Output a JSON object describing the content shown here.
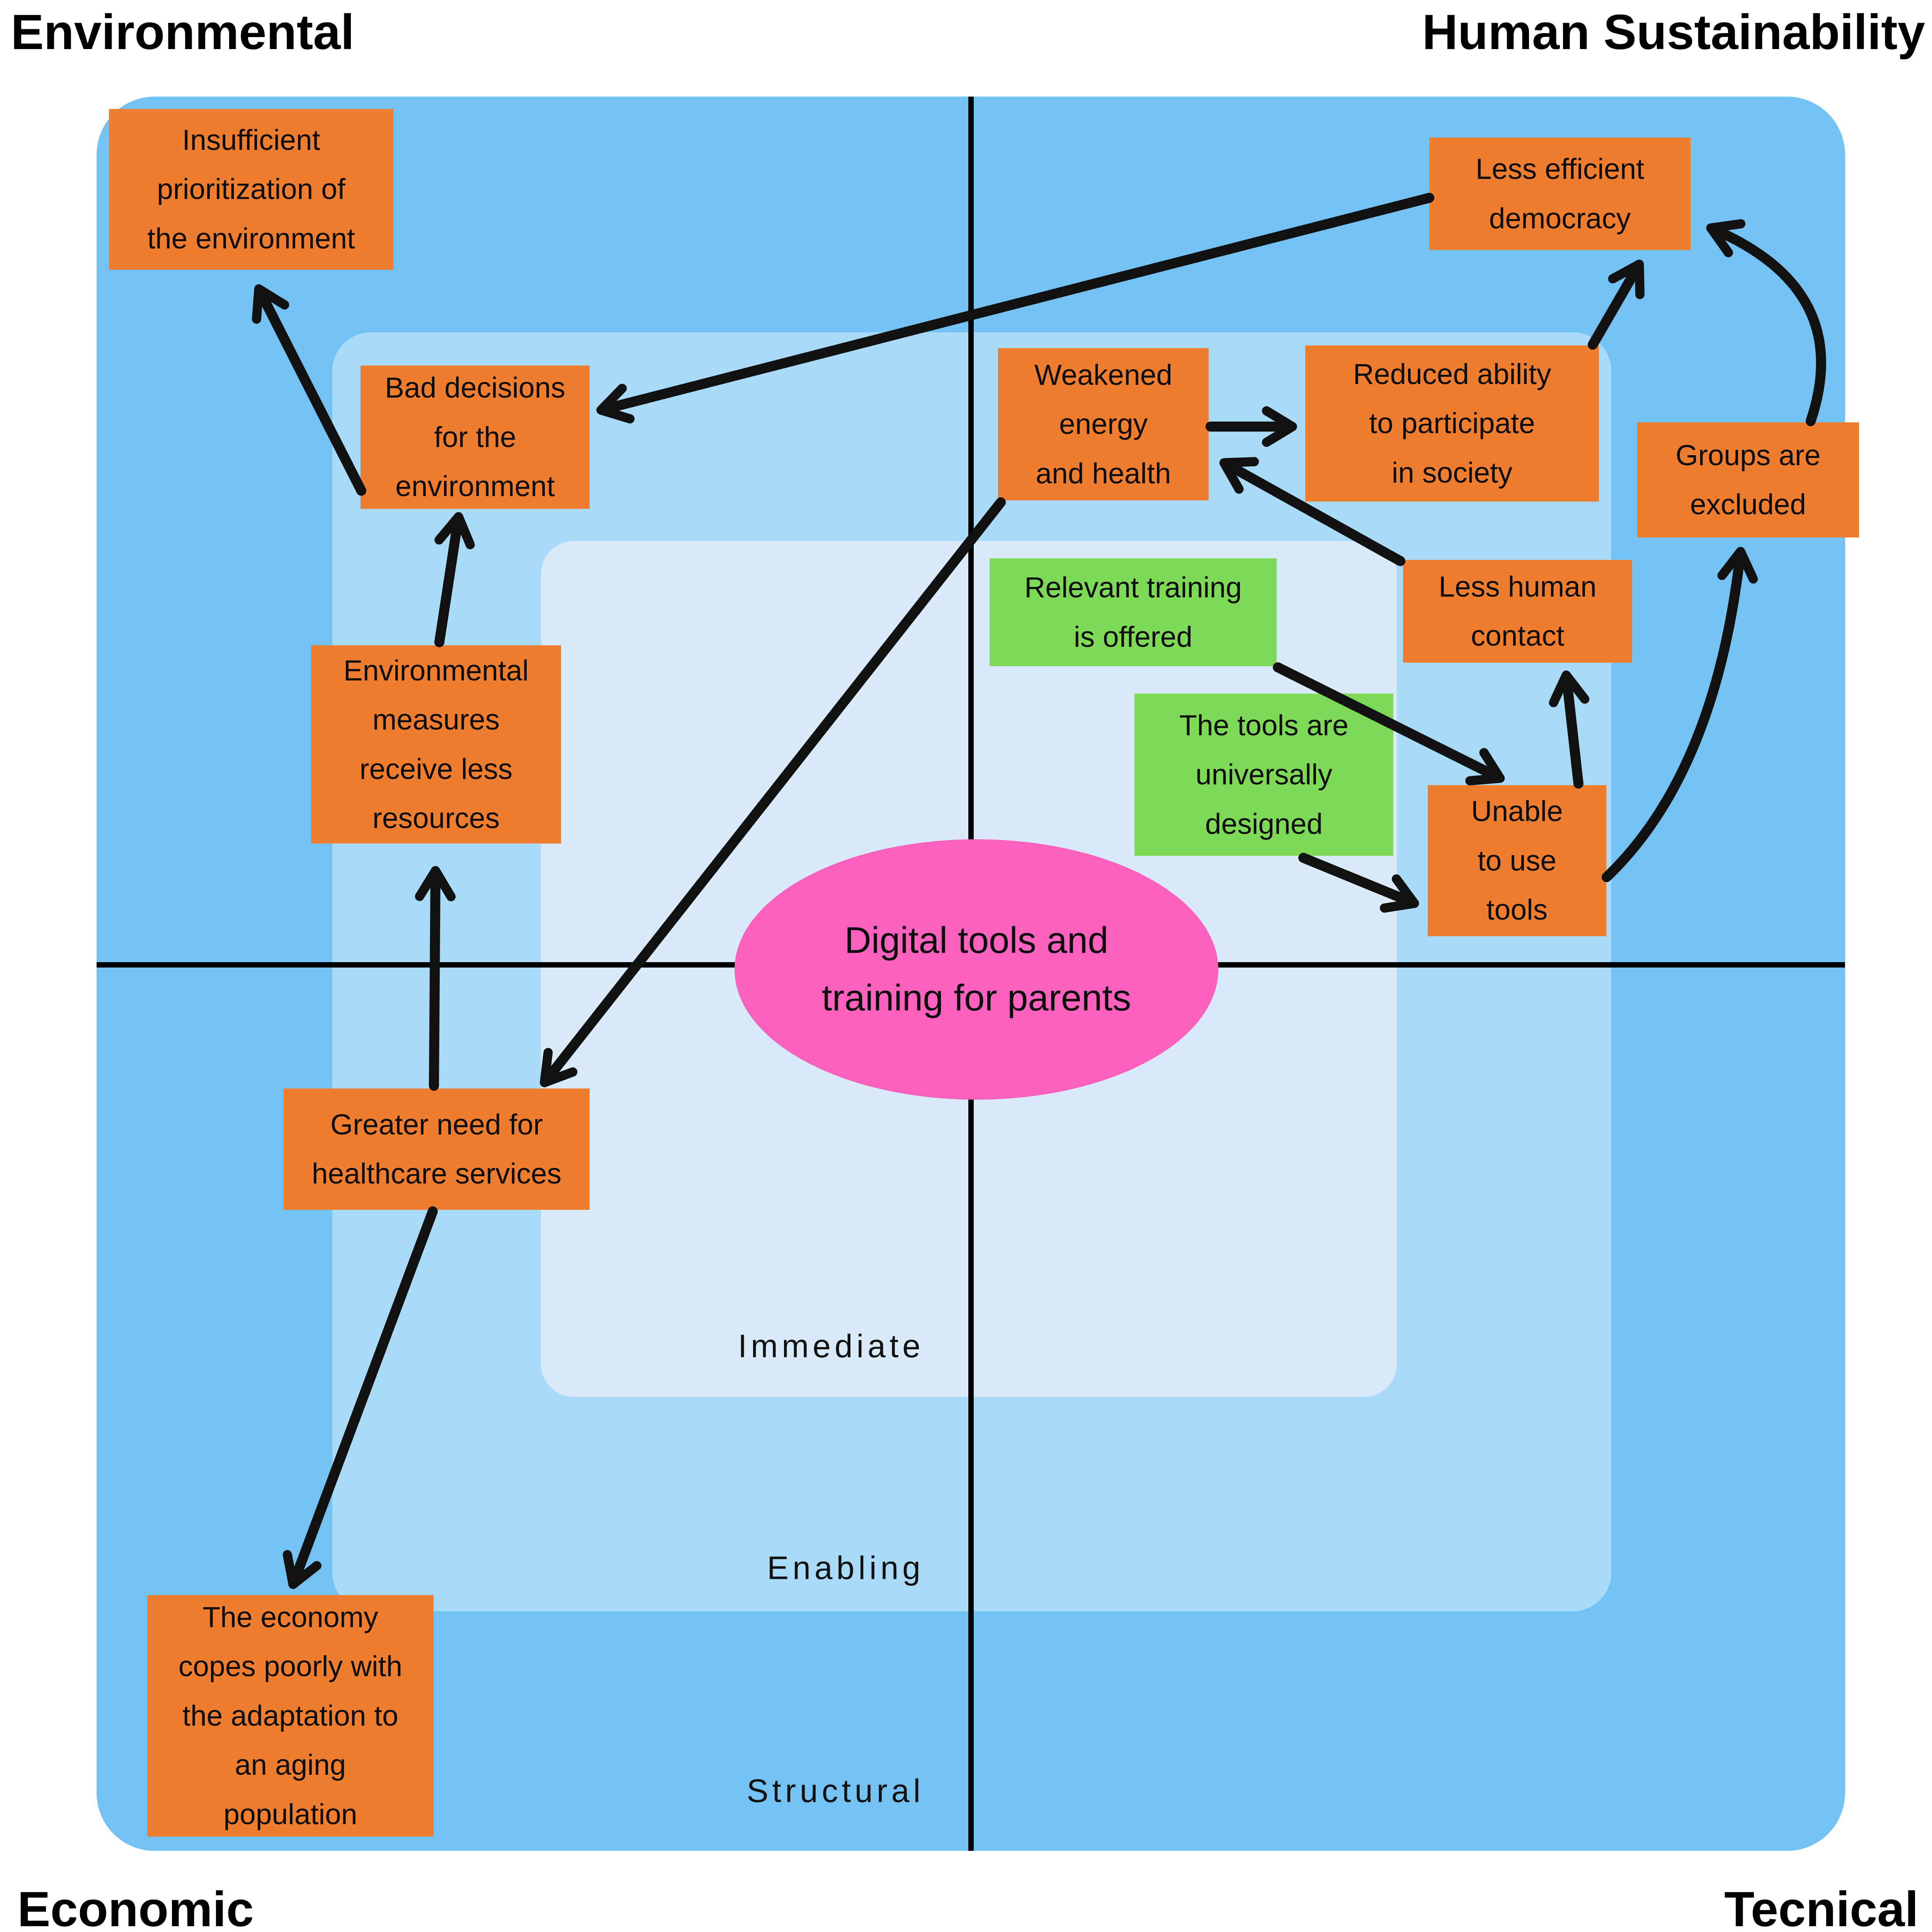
{
  "quadrants": {
    "top_left": "Environmental",
    "top_right": "Human Sustainability",
    "bottom_left": "Economic",
    "bottom_right": "Tecnical"
  },
  "rings": [
    {
      "label": "Immediate"
    },
    {
      "label": "Enabling"
    },
    {
      "label": "Structural"
    }
  ],
  "center": {
    "label": "Digital tools and\ntraining for parents"
  },
  "colors": {
    "ring_outer": "#74c2f3",
    "ring_middle": "#a9daf8",
    "ring_inner": "#d9ebfb",
    "consequence_box": "#ee7d2f",
    "mitigation_box": "#7ed957",
    "center_ellipse": "#fa61be",
    "arrow": "#111111",
    "text": "#000000"
  },
  "nodes": {
    "insufficient_prioritization": {
      "type": "consequence",
      "label": "Insufficient\nprioritization of\nthe environment"
    },
    "bad_decisions": {
      "type": "consequence",
      "label": "Bad decisions\nfor the\nenvironment"
    },
    "environmental_measures": {
      "type": "consequence",
      "label": "Environmental\nmeasures\nreceive less\nresources"
    },
    "greater_need_healthcare": {
      "type": "consequence",
      "label": "Greater need for\nhealthcare services"
    },
    "economy_copes_poorly": {
      "type": "consequence",
      "label": "The economy\ncopes poorly with\nthe adaptation to\nan aging\npopulation"
    },
    "weakened_energy_health": {
      "type": "consequence",
      "label": "Weakened\nenergy\nand health"
    },
    "reduced_participation": {
      "type": "consequence",
      "label": "Reduced ability\nto participate\nin society"
    },
    "less_efficient_democracy": {
      "type": "consequence",
      "label": "Less efficient\ndemocracy"
    },
    "groups_excluded": {
      "type": "consequence",
      "label": "Groups are\nexcluded"
    },
    "less_human_contact": {
      "type": "consequence",
      "label": "Less human\ncontact"
    },
    "unable_to_use_tools": {
      "type": "consequence",
      "label": "Unable\nto use\ntools"
    },
    "relevant_training_offered": {
      "type": "mitigation",
      "label": "Relevant training\nis offered"
    },
    "tools_universally_designed": {
      "type": "mitigation",
      "label": "The tools are\nuniversally\ndesigned"
    }
  },
  "edges": [
    {
      "from": "bad_decisions",
      "to": "insufficient_prioritization"
    },
    {
      "from": "environmental_measures",
      "to": "bad_decisions"
    },
    {
      "from": "greater_need_healthcare",
      "to": "environmental_measures"
    },
    {
      "from": "less_efficient_democracy",
      "to": "bad_decisions"
    },
    {
      "from": "weakened_energy_health",
      "to": "reduced_participation"
    },
    {
      "from": "less_human_contact",
      "to": "weakened_energy_health"
    },
    {
      "from": "weakened_energy_health",
      "to": "greater_need_healthcare"
    },
    {
      "from": "greater_need_healthcare",
      "to": "economy_copes_poorly"
    },
    {
      "from": "relevant_training_offered",
      "to": "unable_to_use_tools"
    },
    {
      "from": "tools_universally_designed",
      "to": "unable_to_use_tools"
    },
    {
      "from": "unable_to_use_tools",
      "to": "less_human_contact"
    },
    {
      "from": "unable_to_use_tools",
      "to": "groups_excluded"
    },
    {
      "from": "groups_excluded",
      "to": "less_efficient_democracy"
    },
    {
      "from": "reduced_participation",
      "to": "less_efficient_democracy"
    }
  ]
}
